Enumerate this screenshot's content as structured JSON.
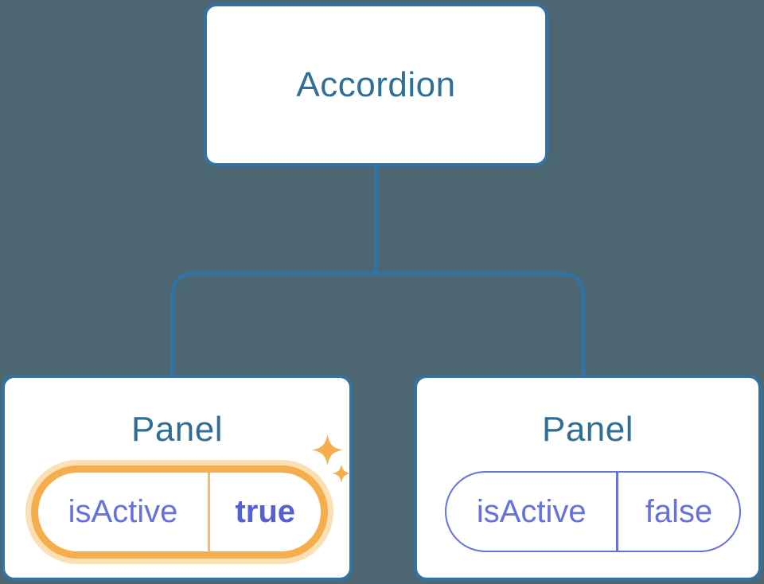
{
  "colors": {
    "background": "#4C6772",
    "node_background": "#FFFFFF",
    "node_border_blue": "#3273A3",
    "node_text_blue": "#2F6E96",
    "prop_purple": "#6571DC",
    "prop_value_bold_purple": "#5560D5",
    "highlight_orange": "#F6AD4C",
    "highlight_halo": "#FAE0B4",
    "divider_orange": "#F8BA68"
  },
  "diagram": {
    "root": {
      "label": "Accordion"
    },
    "panels": [
      {
        "title": "Panel",
        "prop_name": "isActive",
        "prop_value": "true",
        "state": "active-highlighted"
      },
      {
        "title": "Panel",
        "prop_name": "isActive",
        "prop_value": "false",
        "state": "inactive"
      }
    ]
  }
}
